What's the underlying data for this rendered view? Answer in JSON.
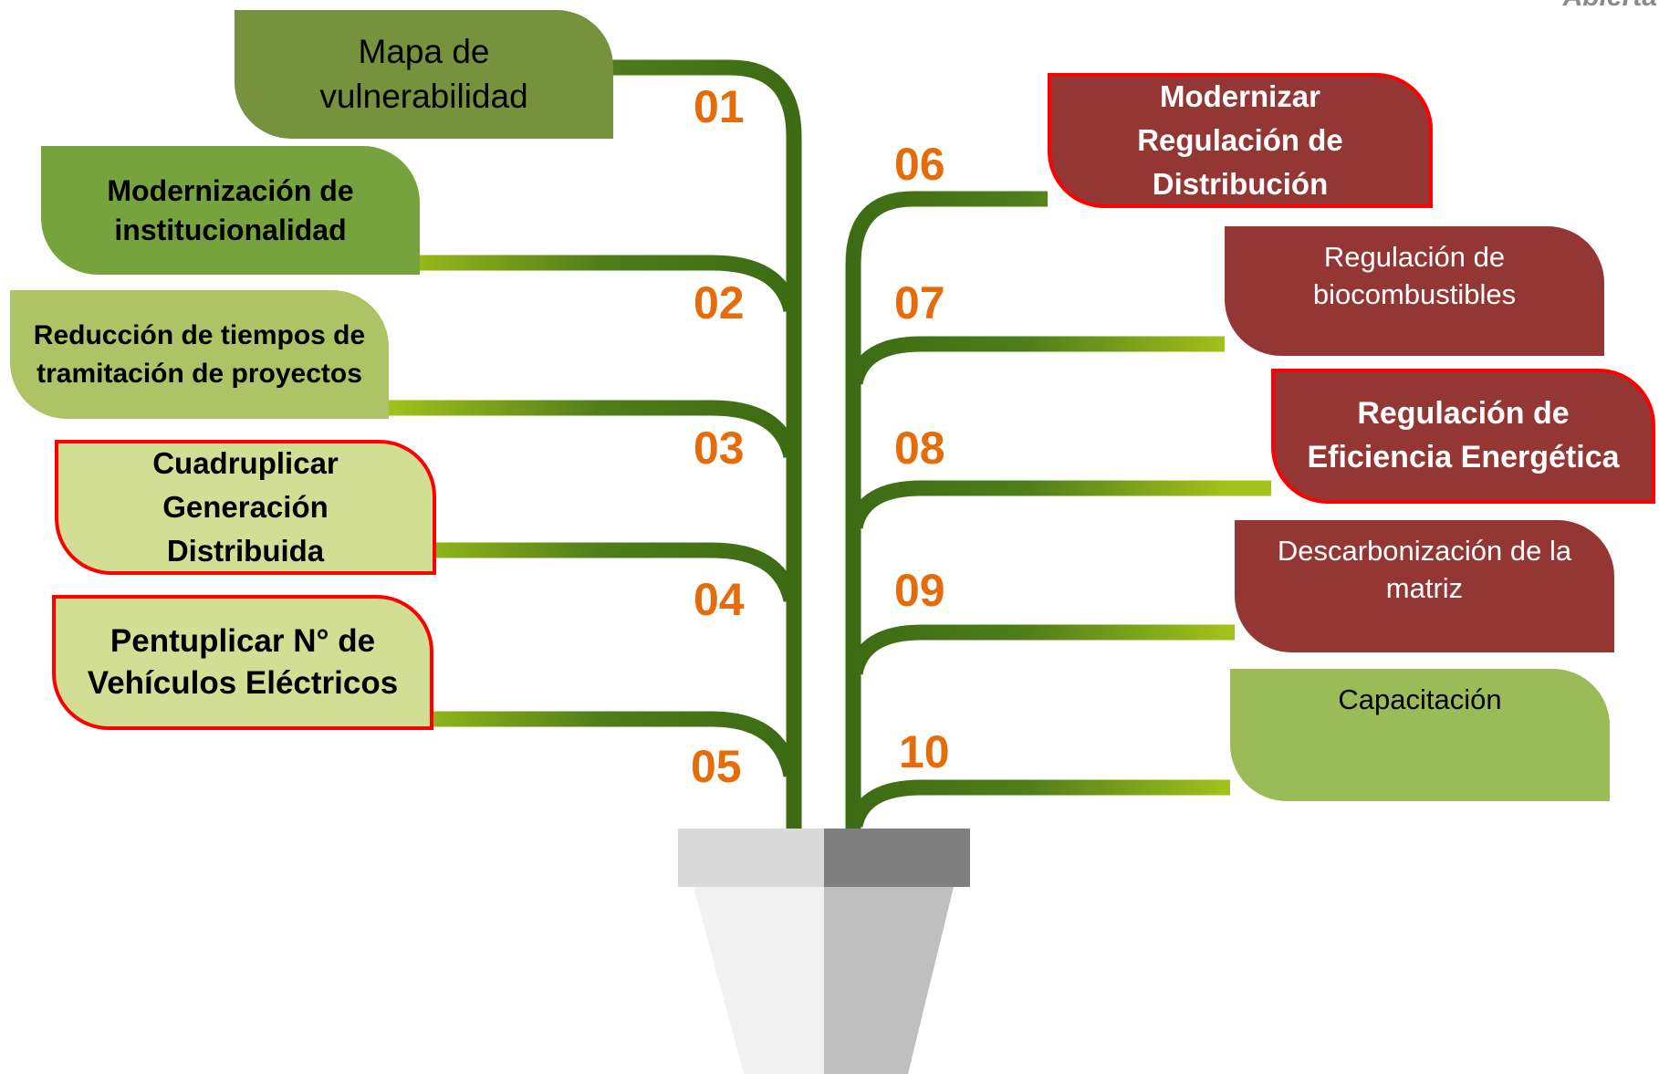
{
  "corner_text": "Abierta",
  "colors": {
    "number": "#e46c0a",
    "stem": "#3d6b14",
    "branch_tip": "#a4c31a",
    "highlight_border": "#ff0000",
    "green_dark": "#76923c",
    "green_mid": "#77a33e",
    "green_light": "#adc366",
    "green_pale": "#d2de94",
    "green_capacitacion": "#9bbb59",
    "maroon": "#943634",
    "pot_light": "#f2f2f2",
    "pot_right": "#bfbfbf",
    "pot_rim_left": "#d9d9d9",
    "pot_rim_right": "#7f7f7f"
  },
  "items": [
    {
      "number": "01",
      "label": "Mapa de vulnerabilidad",
      "highlighted": false
    },
    {
      "number": "02",
      "label": "Modernización de institucionalidad",
      "highlighted": false
    },
    {
      "number": "03",
      "label": "Reducción de tiempos de tramitación de proyectos",
      "highlighted": false
    },
    {
      "number": "04",
      "label": "Cuadruplicar Generación Distribuida",
      "highlighted": true
    },
    {
      "number": "05",
      "label": "Pentuplicar N° de Vehículos Eléctricos",
      "highlighted": true
    },
    {
      "number": "06",
      "label": "Modernizar Regulación de Distribución",
      "highlighted": true
    },
    {
      "number": "07",
      "label": "Regulación de biocombustibles",
      "highlighted": false
    },
    {
      "number": "08",
      "label": "Regulación de Eficiencia Energética",
      "highlighted": true
    },
    {
      "number": "09",
      "label": "Descarbonización de la matriz",
      "highlighted": false
    },
    {
      "number": "10",
      "label": "Capacitación",
      "highlighted": false
    }
  ]
}
